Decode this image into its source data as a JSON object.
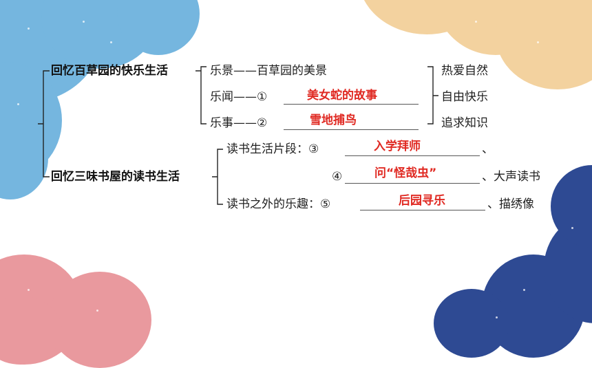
{
  "diagram": {
    "branch1": {
      "title": "回忆百草园的快乐生活",
      "items": [
        {
          "label": "乐景——百草园的美景",
          "answer": ""
        },
        {
          "label": "乐闻——①",
          "answer": "美女蛇的故事"
        },
        {
          "label": "乐事——②",
          "answer": "雪地捕鸟"
        }
      ],
      "themes": [
        "热爱自然",
        "自由快乐",
        "追求知识"
      ]
    },
    "branch2": {
      "title": "回忆三味书屋的读书生活",
      "items": [
        {
          "label": "读书生活片段：③",
          "answer": "入学拜师",
          "suffix": "、"
        },
        {
          "label": "④",
          "answer": "问“怪哉虫”",
          "suffix": "、大声读书"
        },
        {
          "label": "读书之外的乐趣：⑤",
          "answer": "后园寻乐",
          "suffix": "、描绣像"
        }
      ]
    }
  },
  "colors": {
    "answer": "#e02a23",
    "cloud_blue": "#75b6df",
    "cloud_peach": "#f3d29f",
    "cloud_pink": "#e9999e",
    "cloud_navy": "#2e4a93"
  }
}
